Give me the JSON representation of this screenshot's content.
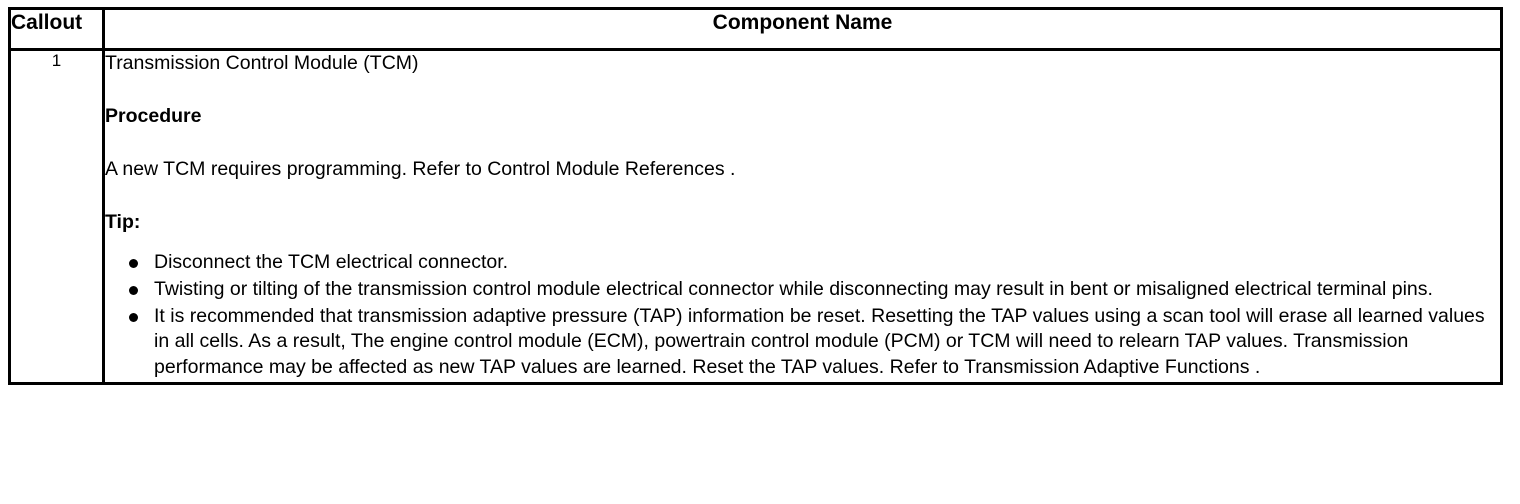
{
  "table": {
    "headers": {
      "callout": "Callout",
      "component_name": "Component Name"
    },
    "rows": [
      {
        "callout": "1",
        "component_title": "Transmission Control Module (TCM)",
        "procedure_heading": "Procedure",
        "procedure_text": "A new TCM requires programming. Refer to Control Module References .",
        "tip_heading": "Tip:",
        "tips": [
          "Disconnect the TCM electrical connector.",
          "Twisting or tilting of the transmission control module electrical connector while disconnecting may result in bent or misaligned electrical terminal pins.",
          "It is recommended that transmission adaptive pressure (TAP) information be reset. Resetting the TAP values using a scan tool will erase all learned values in all cells. As a result, The engine control module (ECM), powertrain control module (PCM) or TCM will need to relearn TAP values. Transmission performance may be affected as new TAP values are learned. Reset the TAP values. Refer to Transmission Adaptive Functions ."
        ]
      }
    ]
  },
  "style": {
    "border_color": "#000000",
    "text_color": "#000000",
    "background_color": "#ffffff"
  }
}
